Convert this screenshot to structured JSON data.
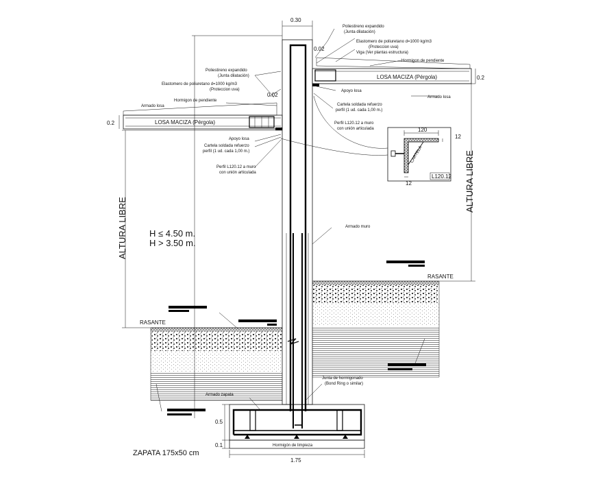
{
  "labels": {
    "width_top": "0.30",
    "gap_right": "0.02",
    "gap_left": "0.02",
    "poli_r_1": "Poliestireno expandido",
    "poli_r_2": "(Junta dilatación)",
    "elast_r_1": "Elastomero de poliuretano d=1000 kg/m3",
    "elast_r_2": "(Proteccion uva)",
    "viga_r": "Viga (Ver plantas estructura)",
    "horm_pend_r": "Hormigon de pendiente",
    "losa_r": "LOSA MACIZA (Pérgola)",
    "dim_02_r": "0.2",
    "apoyo_r": "Apoyo losa",
    "armado_losa_r": "Armado losa",
    "cartela_r_1": "Cartela soldada refuerzo",
    "cartela_r_2": "perfil (1 ud. cada 1,00 m.)",
    "perfil_r_1": "Perfil L120.12 a muro",
    "perfil_r_2": "con unión articulada",
    "poli_l_1": "Poliestireno expandido",
    "poli_l_2": "(Junta dilatación)",
    "elast_l_1": "Elastomero de poliuretano d=1000 kg/m3",
    "elast_l_2": "(Proteccion uva)",
    "horm_pend_l": "Hormigon de pendiente",
    "armado_losa_l": "Armado losa",
    "losa_l": "LOSA MACIZA (Pérgola)",
    "dim_02_l": "0.2",
    "apoyo_l": "Apoyo losa",
    "cartela_l_1": "Cartela soldada refuerzo",
    "cartela_l_2": "perfil (1 ud. cada 1,00 m.)",
    "perfil_l_1": "Perfil L120.12 a muro",
    "perfil_l_2": "con unión articulada",
    "detail_120": "120",
    "detail_12a": "12",
    "detail_12b": "12",
    "detail_cartela": "CARTELA",
    "detail_profile": "L120.12",
    "altura_left": "ALTURA LIBRE",
    "altura_right": "ALTURA LIBRE",
    "h_max": "H ≤ 4.50 m.",
    "h_min": "H > 3.50 m.",
    "armado_muro": "Armado muro",
    "rasante_r": "RASANTE",
    "rasante_l": "RASANTE",
    "junta_1": "Junta de hormigonado",
    "junta_2": "(Bond Ring o similar)",
    "armado_zapata": "Armado zapata",
    "dim_05": "0.5",
    "dim_01": "0.1",
    "hormigon_limpieza": "Hormigón de limpieza",
    "zapata": "ZAPATA 175x50 cm",
    "dim_175": "1.75"
  }
}
